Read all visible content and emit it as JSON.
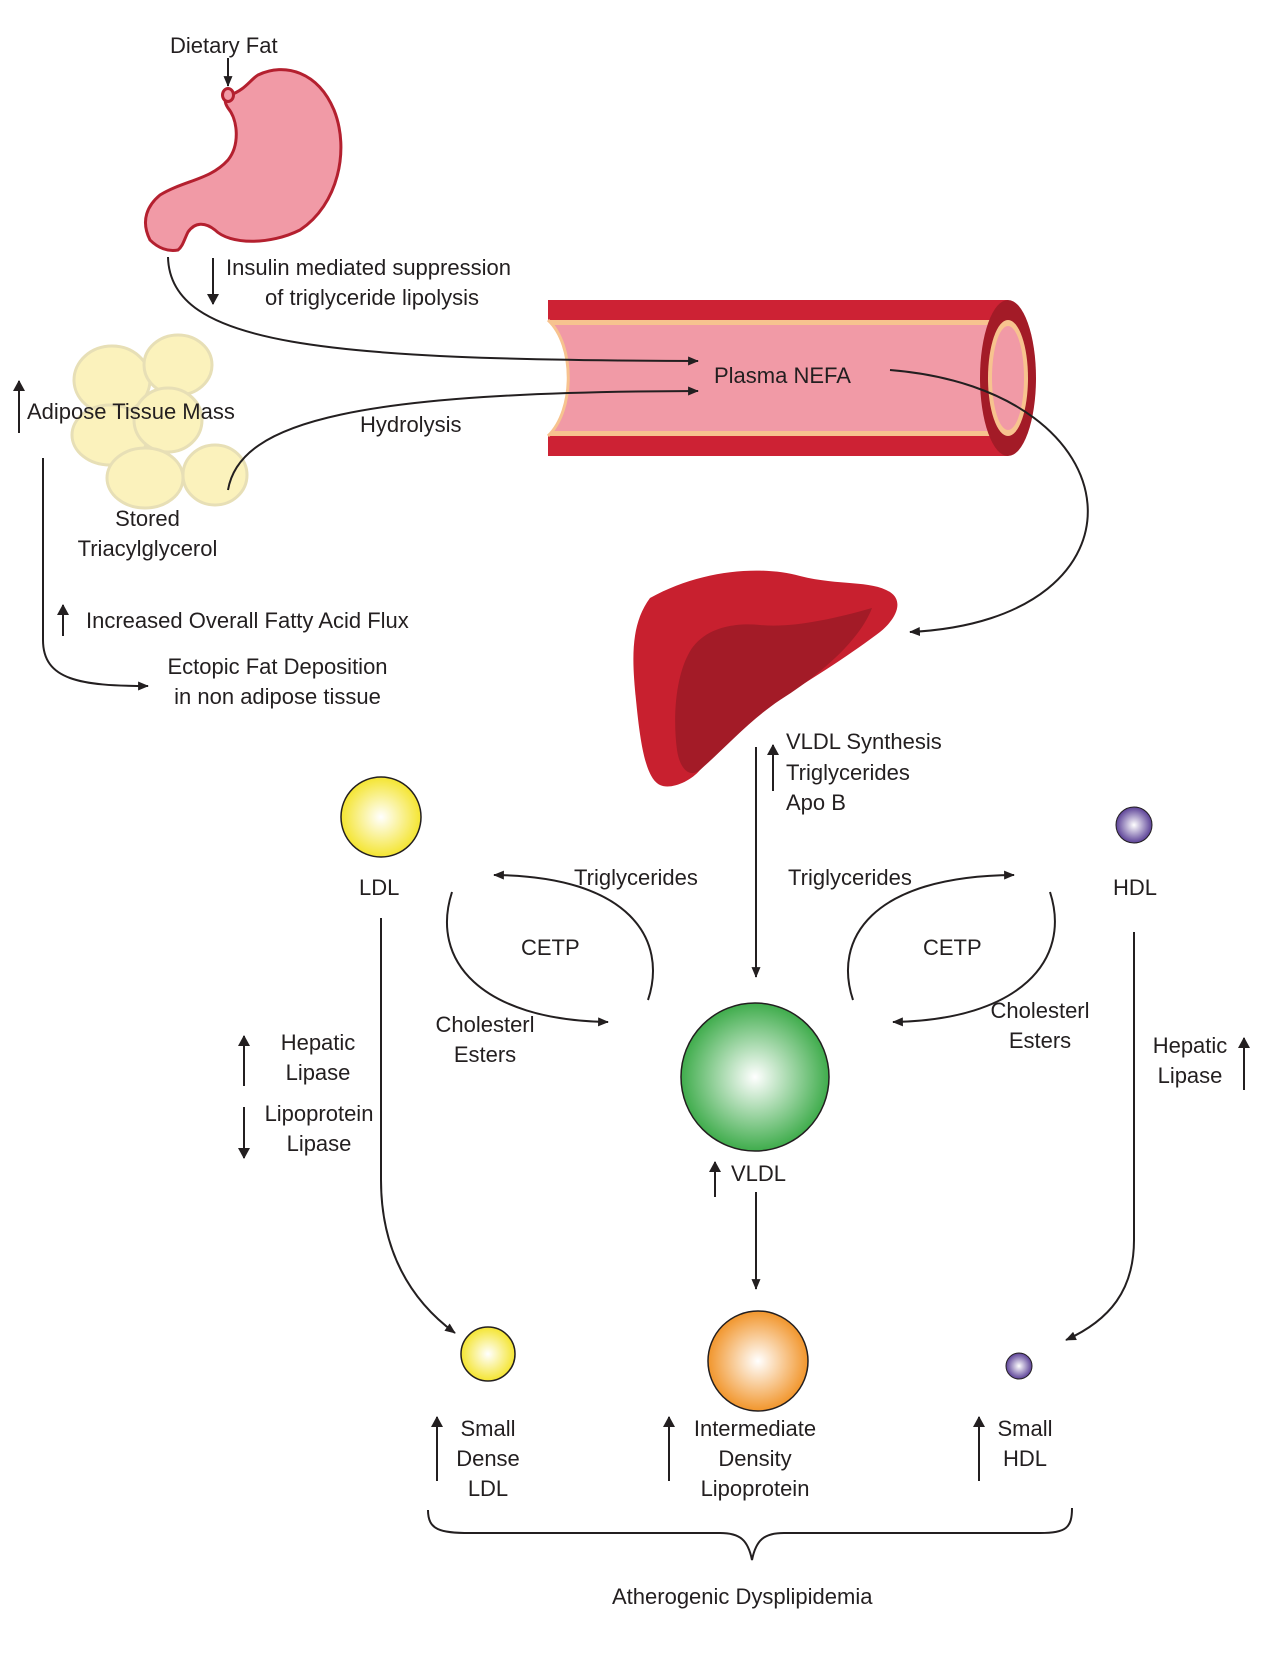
{
  "labels": {
    "dietary_fat": "Dietary Fat",
    "insulin_1": "Insulin mediated suppression",
    "insulin_2": "of triglyceride lipolysis",
    "adipose_mass": "Adipose Tissue Mass",
    "plasma_nefa": "Plasma NEFA",
    "hydrolysis": "Hydrolysis",
    "stored_1": "Stored",
    "stored_2": "Triacylglycerol",
    "flux": "Increased Overall Fatty Acid Flux",
    "ectopic_1": "Ectopic Fat Deposition",
    "ectopic_2": "in non adipose tissue",
    "vldl_synth_1": "VLDL Synthesis",
    "vldl_synth_2": "Triglycerides",
    "vldl_synth_3": "Apo B",
    "ldl": "LDL",
    "hdl": "HDL",
    "trig_left": "Triglycerides",
    "trig_right": "Triglycerides",
    "cetp_left": "CETP",
    "cetp_right": "CETP",
    "chol_left_1": "Cholesterl",
    "chol_left_2": "Esters",
    "chol_right_1": "Cholesterl",
    "chol_right_2": "Esters",
    "hepatic_left_1": "Hepatic",
    "hepatic_left_2": "Lipase",
    "lpl_1": "Lipoprotein",
    "lpl_2": "Lipase",
    "hepatic_right_1": "Hepatic",
    "hepatic_right_2": "Lipase",
    "vldl": "VLDL",
    "sdldl_1": "Small",
    "sdldl_2": "Dense",
    "sdldl_3": "LDL",
    "idl_1": "Intermediate",
    "idl_2": "Density",
    "idl_3": "Lipoprotein",
    "shdl_1": "Small",
    "shdl_2": "HDL",
    "atherogenic": "Atherogenic Dysplipidemia"
  },
  "colors": {
    "stomach": "#f19aa6",
    "vessel": "#cd2234",
    "liver": "#c8202f",
    "liver_lobe": "#a31b27",
    "adipocyte": "#fbf2bc",
    "ldl": "#f6e71e",
    "vldl": "#2fa83c",
    "idl": "#f39322",
    "hdl": "#5c3c96"
  },
  "icons": {
    "stomach": "stomach-icon",
    "blood_vessel": "blood-vessel-icon",
    "liver": "liver-icon",
    "adipose_cells": "adipose-cells-icon"
  }
}
